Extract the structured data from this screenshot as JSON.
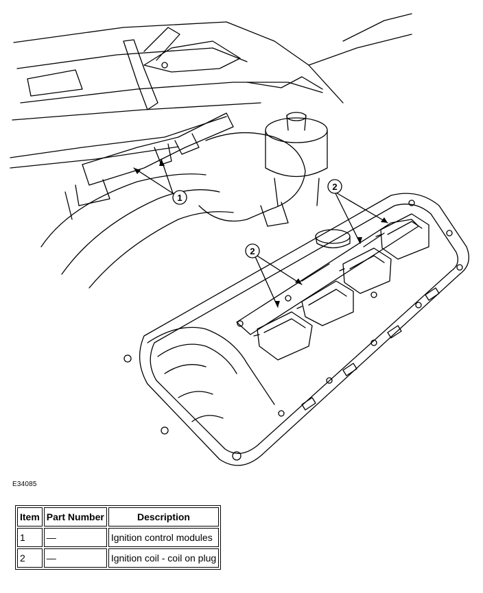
{
  "figure_code": "E34085",
  "callouts": [
    {
      "label": "1"
    },
    {
      "label": "2"
    },
    {
      "label": "2"
    }
  ],
  "legend": {
    "headers": [
      "Item",
      "Part Number",
      "Description"
    ],
    "rows": [
      {
        "item": "1",
        "part_number": "—",
        "description": "Ignition control modules"
      },
      {
        "item": "2",
        "part_number": "—",
        "description": "Ignition coil - coil on plug"
      }
    ]
  }
}
